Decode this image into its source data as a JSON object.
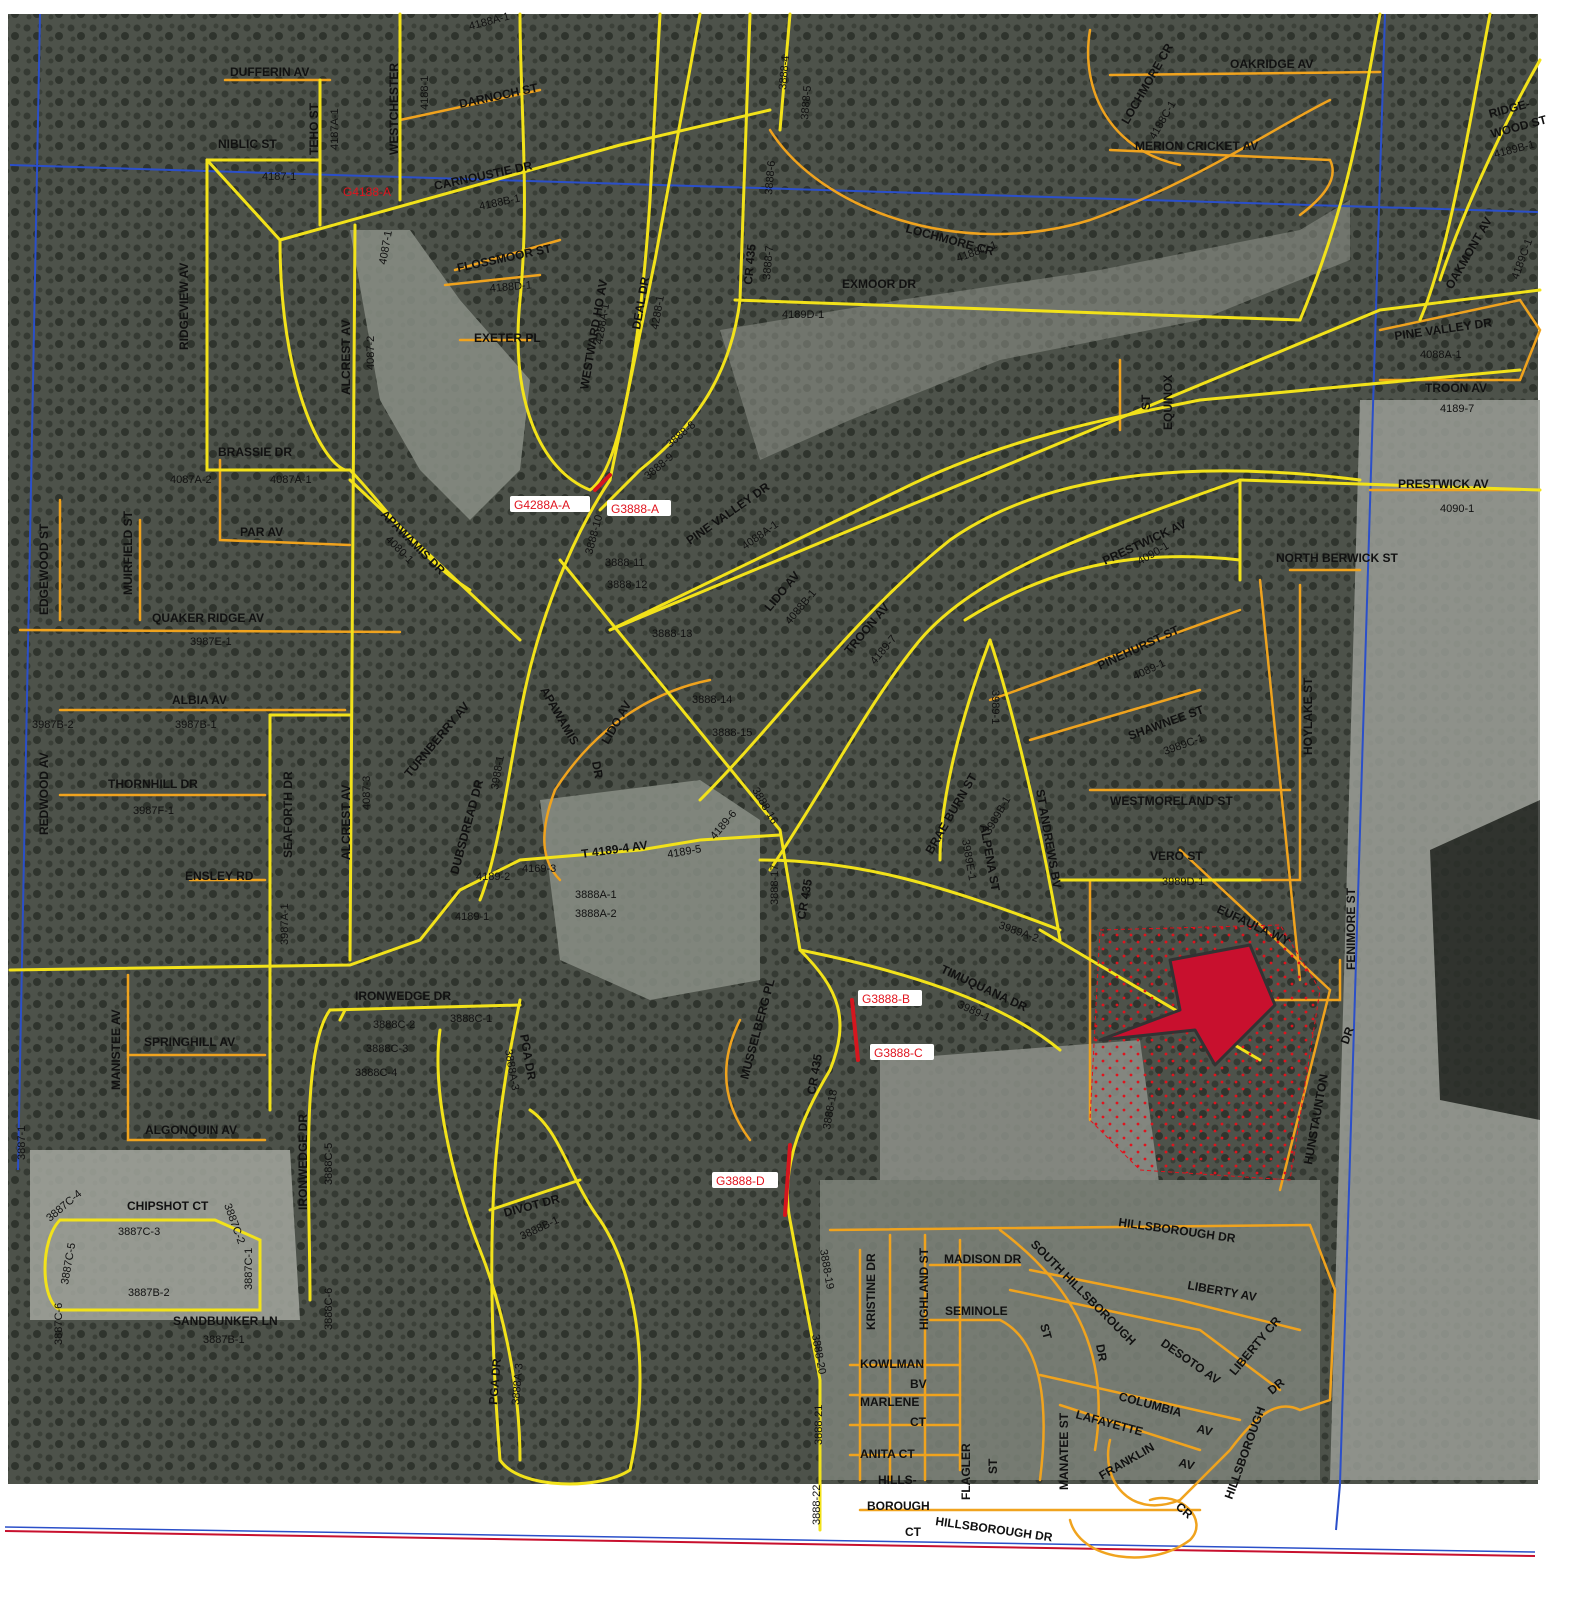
{
  "colors": {
    "background": "#4a5048",
    "road_major": "#f2e21a",
    "road_minor": "#f0a31e",
    "grid_line": "#2b4fc9",
    "highlight_red": "#d6161e",
    "arrow_fill": "#c8102e",
    "label_box": "#ffffff"
  },
  "red_codes": [
    {
      "id": "g4188a",
      "text": "G4188-A"
    },
    {
      "id": "g4288aa",
      "text": "G4288A-A"
    },
    {
      "id": "g3888a",
      "text": "G3888-A"
    },
    {
      "id": "g3888b",
      "text": "G3888-B"
    },
    {
      "id": "g3888c",
      "text": "G3888-C"
    },
    {
      "id": "g3888d",
      "text": "G3888-D"
    }
  ],
  "streets": [
    {
      "id": "dufferin",
      "text": "DUFFERIN AV"
    },
    {
      "id": "teho",
      "text": "TEHO ST"
    },
    {
      "id": "4187a1",
      "text": "4187A-1"
    },
    {
      "id": "westchester",
      "text": "WESTCHESTER"
    },
    {
      "id": "4188_1",
      "text": "4188-1"
    },
    {
      "id": "4188a1",
      "text": "4188A-1"
    },
    {
      "id": "darnoch",
      "text": "DARNOCH ST"
    },
    {
      "id": "niblic",
      "text": "NIBLIC ST"
    },
    {
      "id": "4187_1",
      "text": "4187-1"
    },
    {
      "id": "carnoustie",
      "text": "CARNOUSTIE DR"
    },
    {
      "id": "4188b1",
      "text": "4188B-1"
    },
    {
      "id": "flossmoor",
      "text": "FLOSSMOOR ST"
    },
    {
      "id": "4188d1",
      "text": "4188D-1"
    },
    {
      "id": "exeter",
      "text": "EXETER PL"
    },
    {
      "id": "westward",
      "text": "WESTWARD HO AV"
    },
    {
      "id": "4288a1",
      "text": "4288A-1"
    },
    {
      "id": "deal",
      "text": "DEAL DR"
    },
    {
      "id": "4288_1",
      "text": "4288-1"
    },
    {
      "id": "cr435_n",
      "text": "CR 435"
    },
    {
      "id": "3888_4",
      "text": "3888-4"
    },
    {
      "id": "3888_5",
      "text": "3888-5"
    },
    {
      "id": "3888_6",
      "text": "3888-6"
    },
    {
      "id": "3888_7",
      "text": "3888-7"
    },
    {
      "id": "3888_8",
      "text": "3888-8"
    },
    {
      "id": "3888_9",
      "text": "3888-9"
    },
    {
      "id": "3888_10",
      "text": "3888-10"
    },
    {
      "id": "3888_11",
      "text": "3888-11"
    },
    {
      "id": "3888_12",
      "text": "3888-12"
    },
    {
      "id": "3888_13",
      "text": "3888-13"
    },
    {
      "id": "3888_14",
      "text": "3888-14"
    },
    {
      "id": "3888_15",
      "text": "3888-15"
    },
    {
      "id": "3888_16",
      "text": "3888-16"
    },
    {
      "id": "3888_17",
      "text": "3888-17"
    },
    {
      "id": "3888_18",
      "text": "3888-18"
    },
    {
      "id": "3888_19",
      "text": "3888-19"
    },
    {
      "id": "3888_20",
      "text": "3888-20"
    },
    {
      "id": "3888_21",
      "text": "3888-21"
    },
    {
      "id": "3888_22",
      "text": "3888-22"
    },
    {
      "id": "exmoor",
      "text": "EXMOOR DR"
    },
    {
      "id": "4189d1",
      "text": "4189D-1"
    },
    {
      "id": "lochmore_cr_n",
      "text": "LOCHMORE CR"
    },
    {
      "id": "4188c1_n",
      "text": "4188C-1"
    },
    {
      "id": "lochmore_cr",
      "text": "LOCHMORE CR"
    },
    {
      "id": "4188c1",
      "text": "4188C-1"
    },
    {
      "id": "oakridge",
      "text": "OAKRIDGE AV"
    },
    {
      "id": "merion",
      "text": "MERION CRICKET AV"
    },
    {
      "id": "ridgewood",
      "text": "RIDGE-"
    },
    {
      "id": "ridgewood2",
      "text": "WOOD ST"
    },
    {
      "id": "4189b1",
      "text": "4189B-1"
    },
    {
      "id": "oakmont",
      "text": "OAKMONT AV"
    },
    {
      "id": "4189c1",
      "text": "4189C-1"
    },
    {
      "id": "pinevalley_e",
      "text": "PINE VALLEY DR"
    },
    {
      "id": "4088a1_e",
      "text": "4088A-1"
    },
    {
      "id": "troon_e",
      "text": "TROON AV"
    },
    {
      "id": "4189_7_e",
      "text": "4189-7"
    },
    {
      "id": "prestwick_e",
      "text": "PRESTWICK AV"
    },
    {
      "id": "4090_1_e",
      "text": "4090-1"
    },
    {
      "id": "equinox",
      "text": "EQUINOX"
    },
    {
      "id": "st_eq",
      "text": "ST"
    },
    {
      "id": "ridgeview",
      "text": "RIDGEVIEW AV"
    },
    {
      "id": "alcrest_n",
      "text": "ALCREST AV"
    },
    {
      "id": "4087_2",
      "text": "4087-2"
    },
    {
      "id": "4087_1",
      "text": "4087-1"
    },
    {
      "id": "brassie",
      "text": "BRASSIE DR"
    },
    {
      "id": "4087a2",
      "text": "4087A-2"
    },
    {
      "id": "4087a1",
      "text": "4087A-1"
    },
    {
      "id": "par",
      "text": "PAR  AV"
    },
    {
      "id": "edgewood",
      "text": "EDGEWOOD ST"
    },
    {
      "id": "muirfield",
      "text": "MUIRFIELD ST"
    },
    {
      "id": "quaker",
      "text": "QUAKER RIDGE AV"
    },
    {
      "id": "3987e1",
      "text": "3987E-1"
    },
    {
      "id": "albia",
      "text": "ALBIA AV"
    },
    {
      "id": "3987b2",
      "text": "3987B-2"
    },
    {
      "id": "3987b1",
      "text": "3987B-1"
    },
    {
      "id": "redwood",
      "text": "REDWOOD AV"
    },
    {
      "id": "thornhill",
      "text": "THORNHILL DR"
    },
    {
      "id": "3987f1",
      "text": "3987F-1"
    },
    {
      "id": "seaforth",
      "text": "SEAFORTH DR"
    },
    {
      "id": "alcrest_s",
      "text": "ALCREST AV"
    },
    {
      "id": "4087_3",
      "text": "4087-3"
    },
    {
      "id": "ensley",
      "text": "ENSLEY RD"
    },
    {
      "id": "3987a1",
      "text": "3987A-1"
    },
    {
      "id": "apawamis_n",
      "text": "APAWAMIS DR"
    },
    {
      "id": "4080_1",
      "text": "4080-1"
    },
    {
      "id": "turnberry",
      "text": "TURNBERRY AV"
    },
    {
      "id": "dubsdread",
      "text": "DUBSDREAD DR"
    },
    {
      "id": "3988_1",
      "text": "3988-1"
    },
    {
      "id": "apawamis_s",
      "text": "APAWAMIS"
    },
    {
      "id": "dr_ap",
      "text": "DR"
    },
    {
      "id": "lido_w",
      "text": "LIDO AV"
    },
    {
      "id": "pinevalley_w",
      "text": "PINE VALLEY   DR"
    },
    {
      "id": "4088a1_w",
      "text": "4088A-1"
    },
    {
      "id": "lido_e",
      "text": "LIDO AV"
    },
    {
      "id": "4088b1",
      "text": "4088B-1"
    },
    {
      "id": "troon_w",
      "text": "TROON AV"
    },
    {
      "id": "4189_7_w",
      "text": "4189-7"
    },
    {
      "id": "t4189",
      "text": "T 4189-4 AV"
    },
    {
      "id": "4189_2",
      "text": "4189-2"
    },
    {
      "id": "4169_3",
      "text": "4169-3"
    },
    {
      "id": "4189_5",
      "text": "4189-5"
    },
    {
      "id": "4189_6",
      "text": "4189-6"
    },
    {
      "id": "4189_1",
      "text": "4189-1"
    },
    {
      "id": "3888a1",
      "text": "3888A-1"
    },
    {
      "id": "3888a2",
      "text": "3888A-2"
    },
    {
      "id": "cr435_c",
      "text": "CR 435"
    },
    {
      "id": "prestwick_w",
      "text": "PRESTWICK AV"
    },
    {
      "id": "4090_1_w",
      "text": "4090-1"
    },
    {
      "id": "northberwick",
      "text": "NORTH BERWICK ST"
    },
    {
      "id": "pinehurst",
      "text": "PINEHURST ST"
    },
    {
      "id": "4089_1",
      "text": "4089-1"
    },
    {
      "id": "3989_1",
      "text": "3989-1"
    },
    {
      "id": "shawnee",
      "text": "SHAWNEE ST"
    },
    {
      "id": "3989c1",
      "text": "3989C-1"
    },
    {
      "id": "hoylake",
      "text": "HOYLAKE ST"
    },
    {
      "id": "westmoreland",
      "text": "WESTMORELAND   ST"
    },
    {
      "id": "braeburn",
      "text": "BRAE BURN ST"
    },
    {
      "id": "3989b1",
      "text": "3989B-1"
    },
    {
      "id": "alpena",
      "text": "ALPENA ST"
    },
    {
      "id": "3989e1",
      "text": "3989E-1"
    },
    {
      "id": "standrews",
      "text": "ST ANDREWS BV"
    },
    {
      "id": "vero",
      "text": "VERO ST"
    },
    {
      "id": "3989d1",
      "text": "3989D-1"
    },
    {
      "id": "eufaula",
      "text": "EUFAULA WY"
    },
    {
      "id": "fenimore",
      "text": "FENIMORE ST"
    },
    {
      "id": "3989a2",
      "text": "3989A-2"
    },
    {
      "id": "timuquana",
      "text": "TIMUQUANA DR"
    },
    {
      "id": "3989_1b",
      "text": "3989-1"
    },
    {
      "id": "hunstaunton",
      "text": "HUNSTAUNTON"
    },
    {
      "id": "dr_hun",
      "text": "DR"
    },
    {
      "id": "musselberg",
      "text": "MUSSELBERG PL"
    },
    {
      "id": "cr435_s",
      "text": "CR 435"
    },
    {
      "id": "ironwedge_n",
      "text": "IRONWEDGE DR"
    },
    {
      "id": "3888c2",
      "text": "3888C-2"
    },
    {
      "id": "3888c3",
      "text": "3888C-3"
    },
    {
      "id": "3888c4",
      "text": "3888C-4"
    },
    {
      "id": "3888c1",
      "text": "3888C-1"
    },
    {
      "id": "3888c5",
      "text": "3888C-5"
    },
    {
      "id": "3888c6",
      "text": "3888C-6"
    },
    {
      "id": "ironwedge_w",
      "text": "IRONWEDGE DR"
    },
    {
      "id": "pga_n",
      "text": "PGA DR"
    },
    {
      "id": "3888a3_n",
      "text": "3888A-3"
    },
    {
      "id": "divot",
      "text": "DIVOT DR"
    },
    {
      "id": "3888b1",
      "text": "3888B-1"
    },
    {
      "id": "pga_s",
      "text": "PGA DR"
    },
    {
      "id": "3888a3_s",
      "text": "3888A-3"
    },
    {
      "id": "manistee",
      "text": "MANISTEE AV"
    },
    {
      "id": "springhill",
      "text": "SPRINGHILL AV"
    },
    {
      "id": "algonquin",
      "text": "ALGONQUIN AV"
    },
    {
      "id": "3887_1",
      "text": "3887-1"
    },
    {
      "id": "chipshot",
      "text": "CHIPSHOT CT"
    },
    {
      "id": "3887c3",
      "text": "3887C-3"
    },
    {
      "id": "3887c4",
      "text": "3887C-4"
    },
    {
      "id": "3887c5",
      "text": "3887C-5"
    },
    {
      "id": "3887c6",
      "text": "3887C-6"
    },
    {
      "id": "3887c2",
      "text": "3887C-2"
    },
    {
      "id": "3887c1",
      "text": "3887C-1"
    },
    {
      "id": "3887b2",
      "text": "3887B-2"
    },
    {
      "id": "sandbunker",
      "text": "SANDBUNKER LN"
    },
    {
      "id": "3887b1",
      "text": "3887B-1"
    },
    {
      "id": "hillsborough_dr_n",
      "text": "HILLSBOROUGH    DR"
    },
    {
      "id": "southhills",
      "text": "SOUTH HILLSBOROUGH"
    },
    {
      "id": "dr_sh",
      "text": "DR"
    },
    {
      "id": "kristine",
      "text": "KRISTINE DR"
    },
    {
      "id": "highland",
      "text": "HIGHLAND ST"
    },
    {
      "id": "madison",
      "text": "MADISON DR"
    },
    {
      "id": "seminole",
      "text": "SEMINOLE"
    },
    {
      "id": "st_sem",
      "text": "ST"
    },
    {
      "id": "liberty_av",
      "text": "LIBERTY    AV"
    },
    {
      "id": "liberty_cr",
      "text": "LIBERTY CR"
    },
    {
      "id": "desoto",
      "text": "DESOTO AV"
    },
    {
      "id": "kowlman",
      "text": "KOWLMAN"
    },
    {
      "id": "bv_k",
      "text": "BV"
    },
    {
      "id": "marlene",
      "text": "MARLENE"
    },
    {
      "id": "ct_m",
      "text": "CT"
    },
    {
      "id": "anita",
      "text": "ANITA CT"
    },
    {
      "id": "hills1",
      "text": "HILLS-"
    },
    {
      "id": "hills2",
      "text": "BOROUGH"
    },
    {
      "id": "ct_h",
      "text": "CT"
    },
    {
      "id": "flagler",
      "text": "FLAGLER"
    },
    {
      "id": "st_fl",
      "text": "ST"
    },
    {
      "id": "manatee",
      "text": "MANATEE ST"
    },
    {
      "id": "columbia",
      "text": "COLUMBIA"
    },
    {
      "id": "av_col",
      "text": "AV"
    },
    {
      "id": "lafayette",
      "text": "LAFAYETTE"
    },
    {
      "id": "av_laf",
      "text": "AV"
    },
    {
      "id": "franklin",
      "text": "FRANKLIN"
    },
    {
      "id": "cr_fr",
      "text": "CR"
    },
    {
      "id": "hillsborough_dr_se",
      "text": "HILLSBOROUGH"
    },
    {
      "id": "dr_hse",
      "text": "DR"
    },
    {
      "id": "hillsborough_dr_s",
      "text": "HILLSBOROUGH DR"
    }
  ]
}
